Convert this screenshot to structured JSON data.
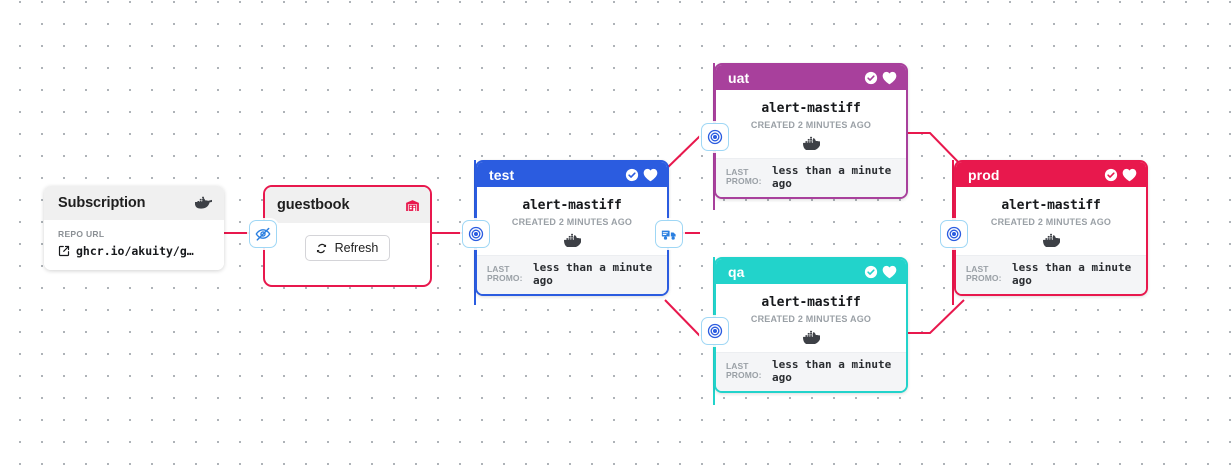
{
  "canvas": {
    "background": "#ffffff",
    "dot_color": "#9aa0a6"
  },
  "subscription": {
    "title": "Subscription",
    "icon": "docker-whale-icon",
    "repo_url_label": "REPO URL",
    "repo_url_value": "ghcr.io/akuity/g…",
    "external_link_icon": "external-link-icon"
  },
  "warehouse": {
    "title": "guestbook",
    "icon": "warehouse-icon",
    "icon_color": "#e8184d",
    "border_color": "#e8184d",
    "refresh_label": "Refresh",
    "refresh_icon": "refresh-icon"
  },
  "badges": [
    {
      "name": "hidden-eye-badge",
      "icon": "eye-slash-icon"
    },
    {
      "name": "test-target-badge",
      "icon": "bullseye-icon"
    },
    {
      "name": "promotion-truck-badge",
      "icon": "shipping-truck-icon"
    },
    {
      "name": "uat-target-badge",
      "icon": "bullseye-icon"
    },
    {
      "name": "qa-target-badge",
      "icon": "bullseye-icon"
    },
    {
      "name": "prod-target-badge",
      "icon": "bullseye-icon"
    }
  ],
  "stages": [
    {
      "id": "test",
      "name": "test",
      "color": "#2b5ce0",
      "header_icons": [
        "check-circle-icon",
        "heart-icon"
      ],
      "freight": "alert-mastiff",
      "created": "CREATED 2 MINUTES AGO",
      "freight_icon": "docker-whale-icon",
      "last_promo_label": "LAST PROMO:",
      "last_promo_value": "less than a minute ago"
    },
    {
      "id": "uat",
      "name": "uat",
      "color": "#a8409c",
      "header_icons": [
        "check-circle-icon",
        "heart-icon"
      ],
      "freight": "alert-mastiff",
      "created": "CREATED 2 MINUTES AGO",
      "freight_icon": "docker-whale-icon",
      "last_promo_label": "LAST PROMO:",
      "last_promo_value": "less than a minute ago"
    },
    {
      "id": "qa",
      "name": "qa",
      "color": "#22d3cb",
      "header_icons": [
        "check-circle-icon",
        "heart-icon"
      ],
      "freight": "alert-mastiff",
      "created": "CREATED 2 MINUTES AGO",
      "freight_icon": "docker-whale-icon",
      "last_promo_label": "LAST PROMO:",
      "last_promo_value": "less than a minute ago"
    },
    {
      "id": "prod",
      "name": "prod",
      "color": "#e8184d",
      "header_icons": [
        "check-circle-icon",
        "heart-icon"
      ],
      "freight": "alert-mastiff",
      "created": "CREATED 2 MINUTES AGO",
      "freight_icon": "docker-whale-icon",
      "last_promo_label": "LAST PROMO:",
      "last_promo_value": "less than a minute ago"
    }
  ],
  "wires": {
    "color": "#e8184d",
    "stage_line_colors": {
      "test": "#2b5ce0",
      "uat": "#a8409c",
      "qa": "#22d3cb",
      "prod": "#e8184d"
    }
  }
}
